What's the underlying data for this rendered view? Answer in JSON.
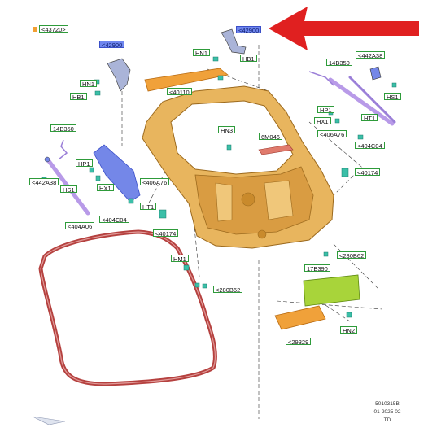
{
  "legend": {
    "code": "<43720>"
  },
  "labels": {
    "top_ref_left": "<42900",
    "top_ref_right": "<42900",
    "hn1_top_left": "HN1",
    "hb1_top_left": "HB1",
    "hn1_top_mid": "HN1",
    "hb1_top_mid": "HB1",
    "spoiler_ref": "<40110",
    "hn3": "HN3",
    "m6m046": "6M046",
    "strut_14b350_right": "14B350",
    "ref_442a38_right": "<442A38",
    "hs1_right": "HS1",
    "hp1_right": "HP1",
    "hx1_right": "HX1",
    "ref_406a76_right": "<406A76",
    "ht1_right": "HT1",
    "ref_404c04_right": "<404C04",
    "ref_40174_right": "<40174",
    "strut_14b350_left": "14B350",
    "ref_442a38_left": "<442A38",
    "hs1_left": "HS1",
    "hp1_left": "HP1",
    "hx1_left": "HX1",
    "ref_406a76_left": "<406A76",
    "ht1_left": "HT1",
    "ref_404c04_left": "<404C04",
    "ref_40174_left": "<40174",
    "seal_ref": "<404A06",
    "hm1": "HM1",
    "ref_280b62_right": "<280B62",
    "ref_280b62_lower": "<280B62",
    "m17b390": "17B390",
    "ref_29329": "<29329",
    "hn2": "HN2"
  },
  "footer": {
    "line1": "5010315B",
    "line2": "01-2025 02",
    "line3": "TD"
  },
  "colors": {
    "gate": "#e8b55e",
    "gate_dark": "#c98a2c",
    "seal": "#b5413f",
    "arrow": "#e02020",
    "strut": "#b89ae8",
    "bracket_blue": "#7487e8",
    "spoiler": "#f0a13a",
    "module_green": "#a8d43a",
    "clip": "#3bbfa8",
    "label_green": "#2e9b3a",
    "label_blue": "#6f86ee"
  }
}
